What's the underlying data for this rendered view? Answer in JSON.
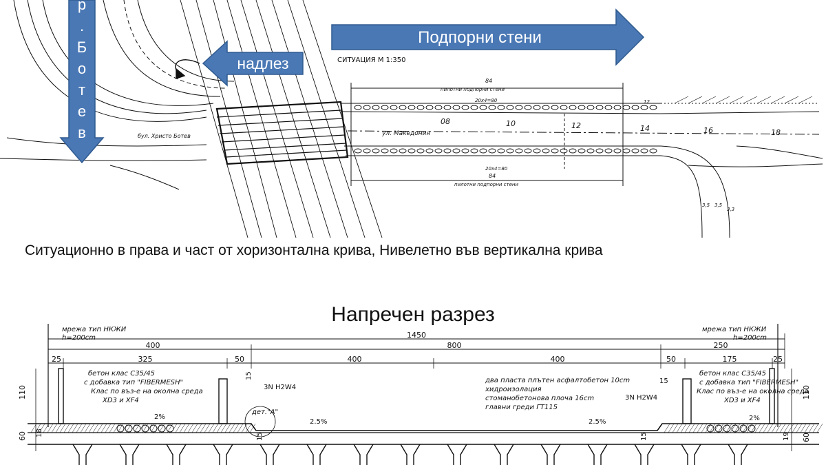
{
  "plan": {
    "arrows": {
      "retaining_walls": "Подпорни стени",
      "overpass": "надлез",
      "vertical_letters": [
        "р",
        ".",
        "Б",
        "о",
        "т",
        "е",
        "в"
      ]
    },
    "scale_label": "СИТУАЦИЯ М 1:350",
    "street_botev": "бул. Христо Ботев",
    "street_makedonia": "ул. Македония",
    "length_top": "84",
    "length_bottom": "84",
    "wall_label_top": "пилотни подпорни стени",
    "wall_label_bottom": "пилотни подпорни стени",
    "spans_top": "20х4=80",
    "spans_bottom": "20х4=80",
    "dim_12": "12",
    "station_marks": [
      "08",
      "10",
      "12",
      "14",
      "16",
      "18"
    ],
    "small_dims": [
      "3,5",
      "3,5",
      "3,3"
    ]
  },
  "caption": "Ситуационно в права и част от хоризонтална крива, Нивелетно във вертикална крива",
  "section": {
    "title": "Напречен разрез",
    "net_left": "мрежа тип НКЖИ",
    "net_left_h": "h=200cm",
    "net_right": "мрежа тип НКЖИ",
    "net_right_h": "h=200cm",
    "dim_total": "1450",
    "dim_left_400": "400",
    "dim_mid_800": "800",
    "dim_right_250": "250",
    "dims_third_row": [
      "25",
      "325",
      "50",
      "400",
      "400",
      "50",
      "175",
      "25"
    ],
    "concrete_left": [
      "бетон клас С35/45",
      "с добавка тип \"FIBERMESH\"",
      "Клас по въз-е на околна среда",
      "XD3  и XF4"
    ],
    "concrete_right": [
      "бетон клас С35/45",
      "с добавка тип \"FIBERMESH\"",
      "Клас по въз-е на околна среда",
      "XD3  и XF4"
    ],
    "layers": [
      "два пласта плътен асфалтобетон 10cm",
      "хидроизолация",
      "стоманобетонова плоча 16cm",
      "главни греди ГТ115"
    ],
    "rail_left": "3N H2W4",
    "rail_right": "3N H2W4",
    "detail": "дет.\"А\"",
    "slope_left": "2%",
    "slope_right": "2%",
    "slope_deck_left": "2.5%",
    "slope_deck_right": "2.5%",
    "dim_110_left": "110",
    "dim_60_left": "60",
    "dim_110_right": "110",
    "dim_60_right": "60",
    "dim_18": "18",
    "dim_19": "19",
    "dim_15a": "15",
    "dim_15b": "15",
    "dim_15c": "15",
    "dim_15d": "15"
  },
  "colors": {
    "arrow_fill": "#4a78b5",
    "arrow_stroke": "#2f5a8f",
    "line": "#111111"
  }
}
